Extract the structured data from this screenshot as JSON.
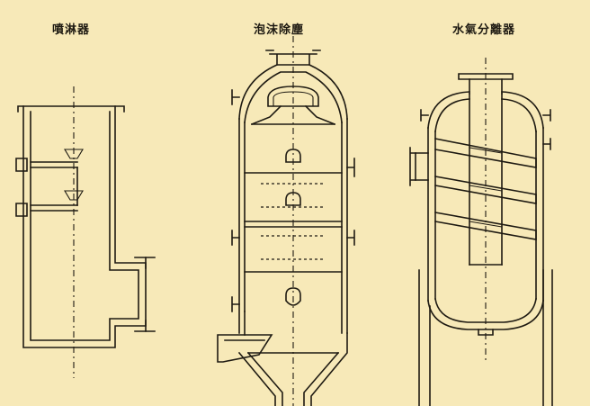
{
  "labels": {
    "sprayer": "噴淋器",
    "foam_dust_remover": "泡沫除塵",
    "steam_separator": "水氣分離器"
  },
  "colors": {
    "background": "#f7e9b8",
    "ink": "#1e1a12"
  }
}
